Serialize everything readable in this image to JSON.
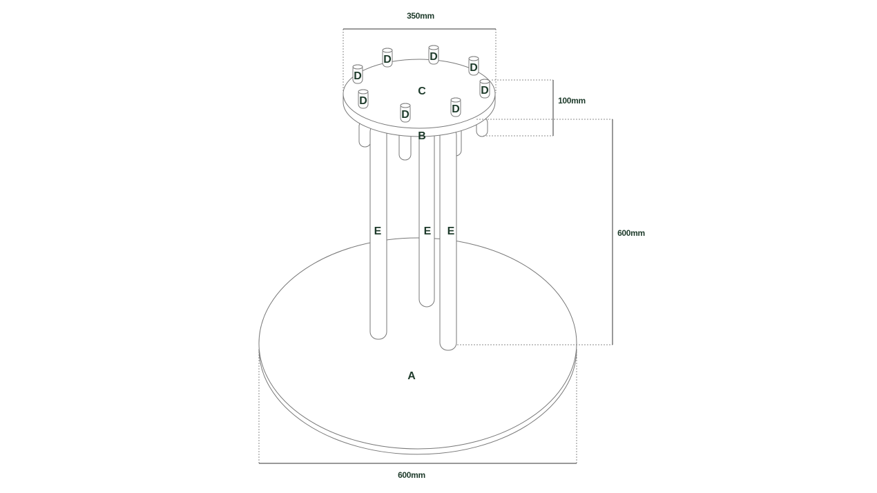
{
  "parts": {
    "base": "A",
    "plate_underside": "B",
    "plate_top": "C",
    "peg": "D",
    "leg": "E"
  },
  "peg_labels": [
    "D",
    "D",
    "D",
    "D",
    "D",
    "D",
    "D",
    "D"
  ],
  "leg_labels": [
    "E",
    "E",
    "E"
  ],
  "dimensions": {
    "plate_width": "350mm",
    "plate_height": "100mm",
    "leg_height": "600mm",
    "base_width": "600mm"
  },
  "colors": {
    "label": "#1d3a2a",
    "line": "#777777"
  }
}
